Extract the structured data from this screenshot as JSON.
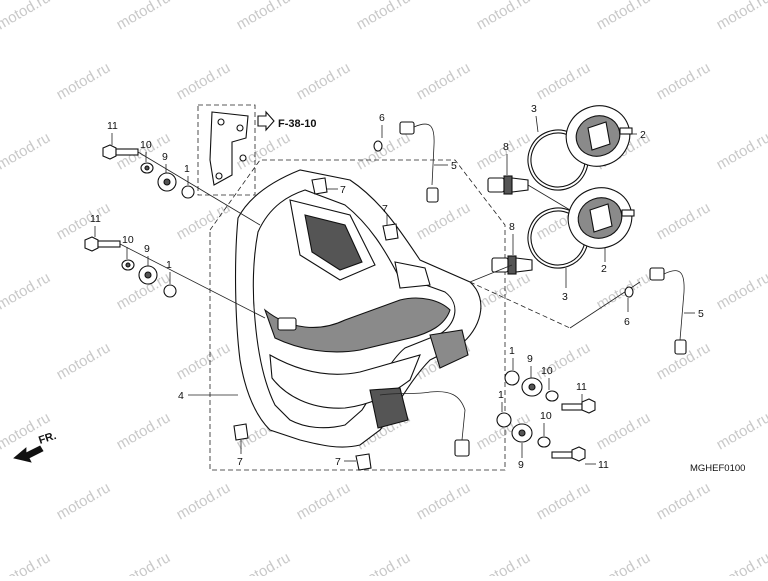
{
  "watermark": "motod.ru",
  "diagram_code": "MGHEF0100",
  "reference": "F-38-10",
  "direction_label": "FR.",
  "callouts": {
    "c1a": "1",
    "c1b": "1",
    "c1c": "1",
    "c1d": "1",
    "c2a": "2",
    "c2b": "2",
    "c3a": "3",
    "c3b": "3",
    "c4": "4",
    "c5a": "5",
    "c5b": "5",
    "c6a": "6",
    "c6b": "6",
    "c7a": "7",
    "c7b": "7",
    "c7c": "7",
    "c7d": "7",
    "c8a": "8",
    "c8b": "8",
    "c9a": "9",
    "c9b": "9",
    "c9c": "9",
    "c9d": "9",
    "c10a": "10",
    "c10b": "10",
    "c10c": "10",
    "c10d": "10",
    "c11a": "11",
    "c11b": "11",
    "c11c": "11",
    "c11d": "11"
  }
}
